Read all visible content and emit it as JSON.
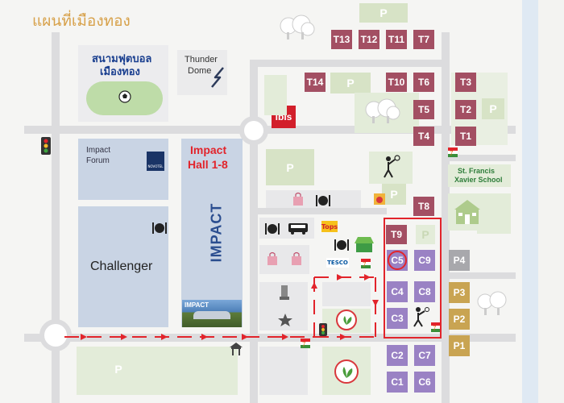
{
  "title": "แผนที่เมืองทอง",
  "stadium": {
    "line1": "สนามฟุตบอล",
    "line2": "เมืองทอง"
  },
  "thunder_dome": {
    "line1": "Thunder",
    "line2": "Dome"
  },
  "impact_forum": {
    "line1": "Impact",
    "line2": "Forum"
  },
  "impact_hall": {
    "line1": "Impact",
    "line2": "Hall 1-8"
  },
  "impact_vertical": "IMPACT",
  "impact_photo_label": "IMPACT",
  "novotel": "NOVOTEL",
  "challenger": "Challenger",
  "ibis": "ibis",
  "tops": "Tops",
  "tesco": "TESCO",
  "school": {
    "line1": "St. Francis",
    "line2": "Xavier School"
  },
  "parking": "P",
  "t_blocks": [
    "T13",
    "T12",
    "T11",
    "T7",
    "T14",
    "T10",
    "T6",
    "T5",
    "T4",
    "T8",
    "T9",
    "T3",
    "T2",
    "T1"
  ],
  "c_blocks": [
    "C5",
    "C9",
    "C4",
    "C8",
    "C3",
    "C2",
    "C7",
    "C1",
    "C6"
  ],
  "p_blocks": [
    "P4",
    "P3",
    "P2",
    "P1"
  ],
  "colors": {
    "t_block": "#a34f63",
    "c_block": "#9a82c4",
    "p_block_orange": "#c9a452",
    "p_block_grey": "#a8a8ac",
    "route": "#e2242b",
    "title": "#d7a14a",
    "stadium_text": "#1a3f8f",
    "impact_hall_text": "#e2242b",
    "impact_blue": "#c9d4e4",
    "green_area": "#e3ecd9"
  },
  "icons": [
    "soccer-ball-icon",
    "lightning-icon",
    "dining-icon",
    "bus-icon",
    "shopping-bag-icon",
    "seven-eleven-icon",
    "tennis-player-icon",
    "traffic-light-icon",
    "badminton-player-icon",
    "pavilion-icon",
    "star-icon",
    "monument-icon",
    "market-icon",
    "fruit-icon"
  ]
}
